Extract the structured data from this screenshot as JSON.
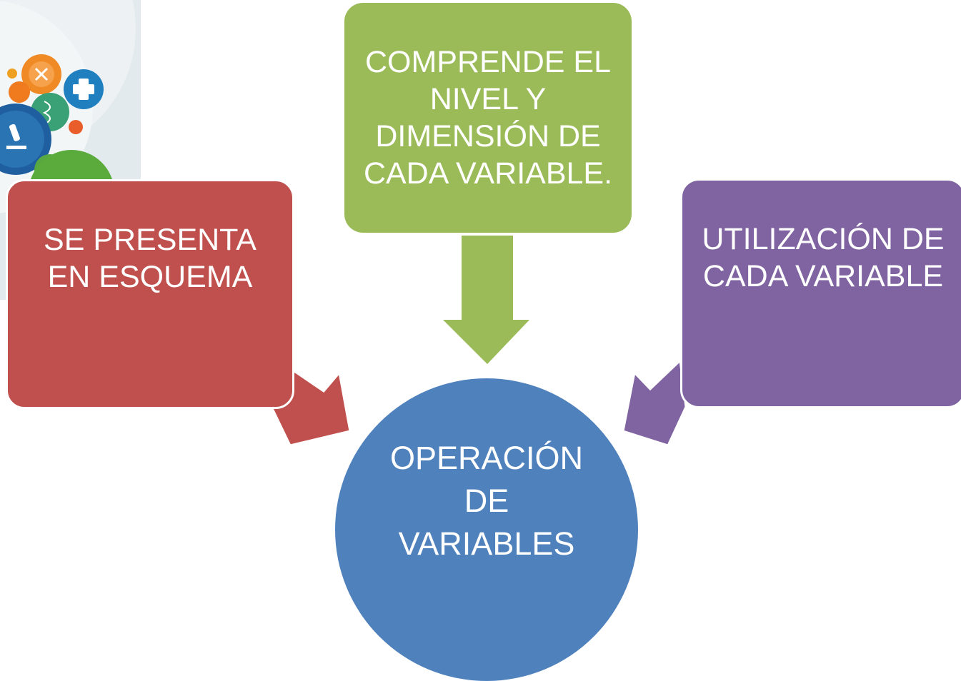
{
  "diagram": {
    "top_box": {
      "text": "COMPRENDE EL NIVEL Y DIMENSIÓN DE CADA VARIABLE.",
      "color": "#9BBB59"
    },
    "left_box": {
      "text": "SE PRESENTA EN ESQUEMA",
      "color": "#C0504D"
    },
    "right_box": {
      "text": "UTILIZACIÓN DE CADA VARIABLE",
      "color": "#8064A2"
    },
    "center_circle": {
      "text": "OPERACIÓN DE VARIABLES",
      "color": "#4F81BD"
    }
  },
  "decoration": {
    "description_icons": [
      "scissors-icon",
      "plus-icon",
      "dna-icon",
      "microscope-icon",
      "atom-icon"
    ],
    "background_color": "#dfe8ec"
  }
}
